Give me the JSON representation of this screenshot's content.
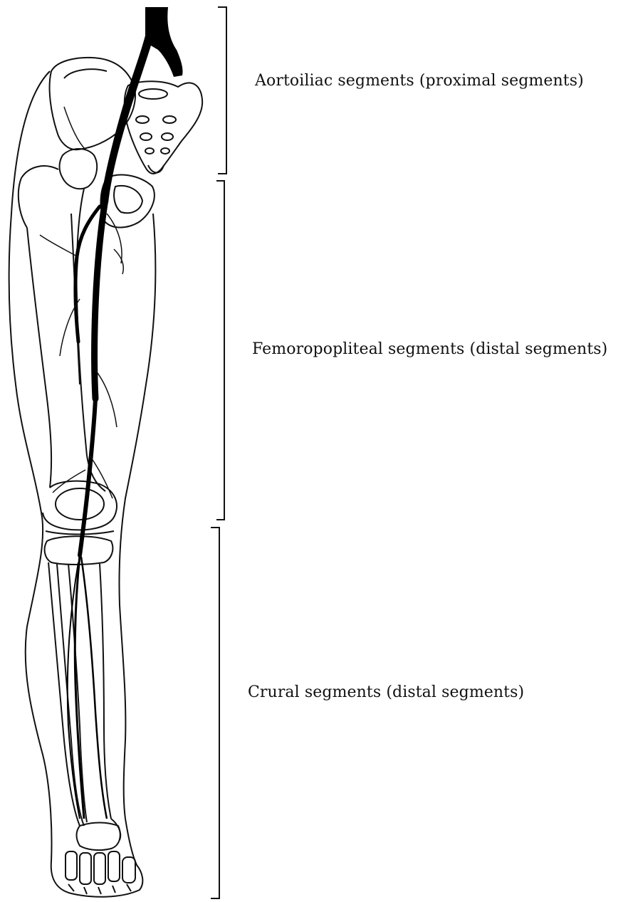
{
  "segments": [
    {
      "key": "aortoiliac",
      "label": "Aortoiliac segments (proximal segments)"
    },
    {
      "key": "femoropopliteal",
      "label": "Femoropopliteal segments (distal segments)"
    },
    {
      "key": "crural",
      "label": "Crural segments (distal segments)"
    }
  ],
  "colors": {
    "ink": "#111111",
    "artery": "#000000",
    "background": "#ffffff"
  }
}
